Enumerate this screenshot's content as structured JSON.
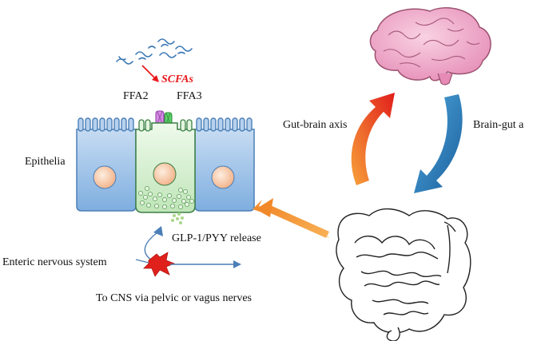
{
  "labels": {
    "scfas": "SCFAs",
    "ffa2": "FFA2",
    "ffa3": "FFA3",
    "epithelia": "Epithelia",
    "glp_release": "GLP-1/PYY release",
    "enteric": "Enteric nervous system",
    "to_cns": "To CNS via pelvic or vagus nerves",
    "gut_brain": "Gut-brain axis",
    "brain_gut": "Brain-gut a"
  },
  "colors": {
    "cell_blue": "#a9c8ea",
    "cell_green": "#d4f0cf",
    "nucleus": "#f7d2b4",
    "brain_pink": "#f3a9c8",
    "arrow_red": "#e8291b",
    "arrow_orange": "#f6942e",
    "arrow_blue": "#1f7bc0",
    "scfa_red": "#e8191c"
  },
  "icons": [
    "brain-icon",
    "intestine-icon",
    "neuron-icon",
    "bacteria-icon"
  ]
}
